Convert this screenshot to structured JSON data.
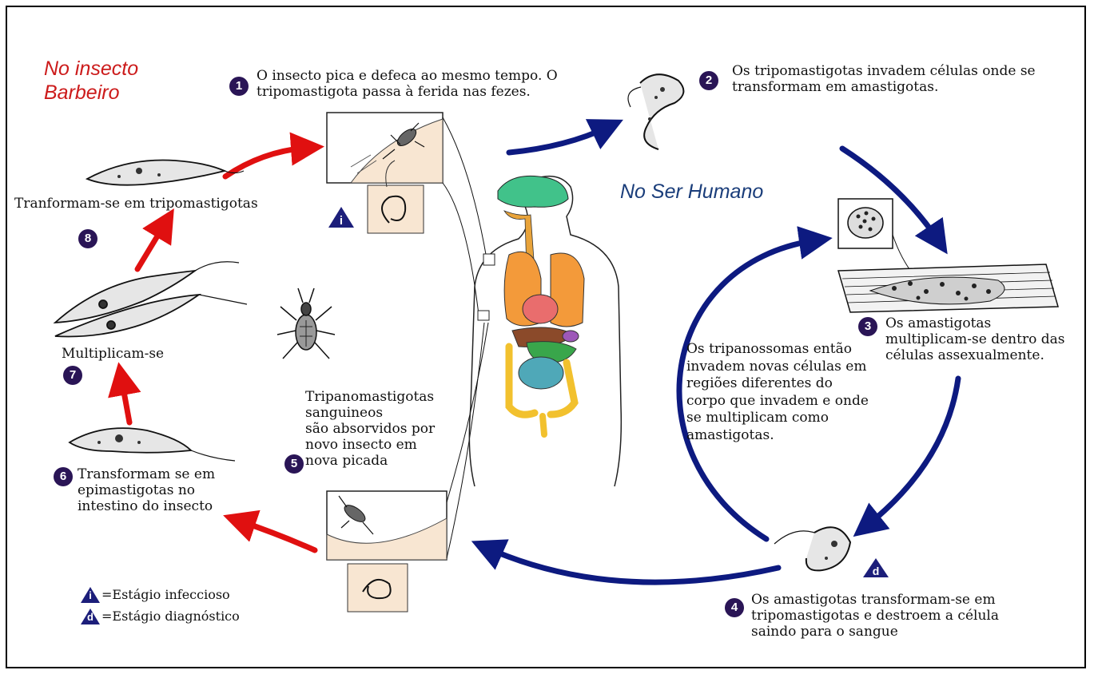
{
  "regions": {
    "insect": "No insecto\nBarbeiro",
    "human": "No Ser Humano"
  },
  "steps": [
    {
      "number": "1",
      "text": "O insecto pica e defeca ao mesmo tempo. O\ntripomastigota passa à ferida nas fezes."
    },
    {
      "number": "2",
      "text": "Os tripomastigotas invadem células onde se\ntransformam em amastigotas."
    },
    {
      "number": "3",
      "text": "Os amastigotas\nmultiplicam-se  dentro das\ncélulas assexualmente."
    },
    {
      "number": "4",
      "text": "Os amastigotas transformam-se em\ntripomastigotas e destroem a célula\nsaindo para o sangue"
    },
    {
      "number": "5",
      "text": "Tripanomastigotas\nsanguineos\nsão absorvidos por\nnovo insecto em\nnova picada"
    },
    {
      "number": "6",
      "text": "Transformam se em\nepimastigotas no\nintestino do insecto"
    },
    {
      "number": "7",
      "text": "Multiplicam-se"
    },
    {
      "number": "8",
      "text": "Tranformam-se em tripomastigotas"
    }
  ],
  "dissemination_text": "Os tripanossomas então\ninvadem novas células em\nregiões diferentes do\ncorpo que invadem e onde\nse multiplicam como\namastigotas.",
  "markers": {
    "infective_symbol": "i",
    "diagnostic_symbol": "d"
  },
  "legend": {
    "infective": "=Estágio infeccioso",
    "diagnostic": "=Estágio diagnóstico"
  },
  "colors": {
    "insect_arrow": "#e01010",
    "human_arrow": "#0d1a80",
    "badge": "#2a1556",
    "region_insect": "#cc1b1b",
    "region_human": "#1a3d7a"
  }
}
